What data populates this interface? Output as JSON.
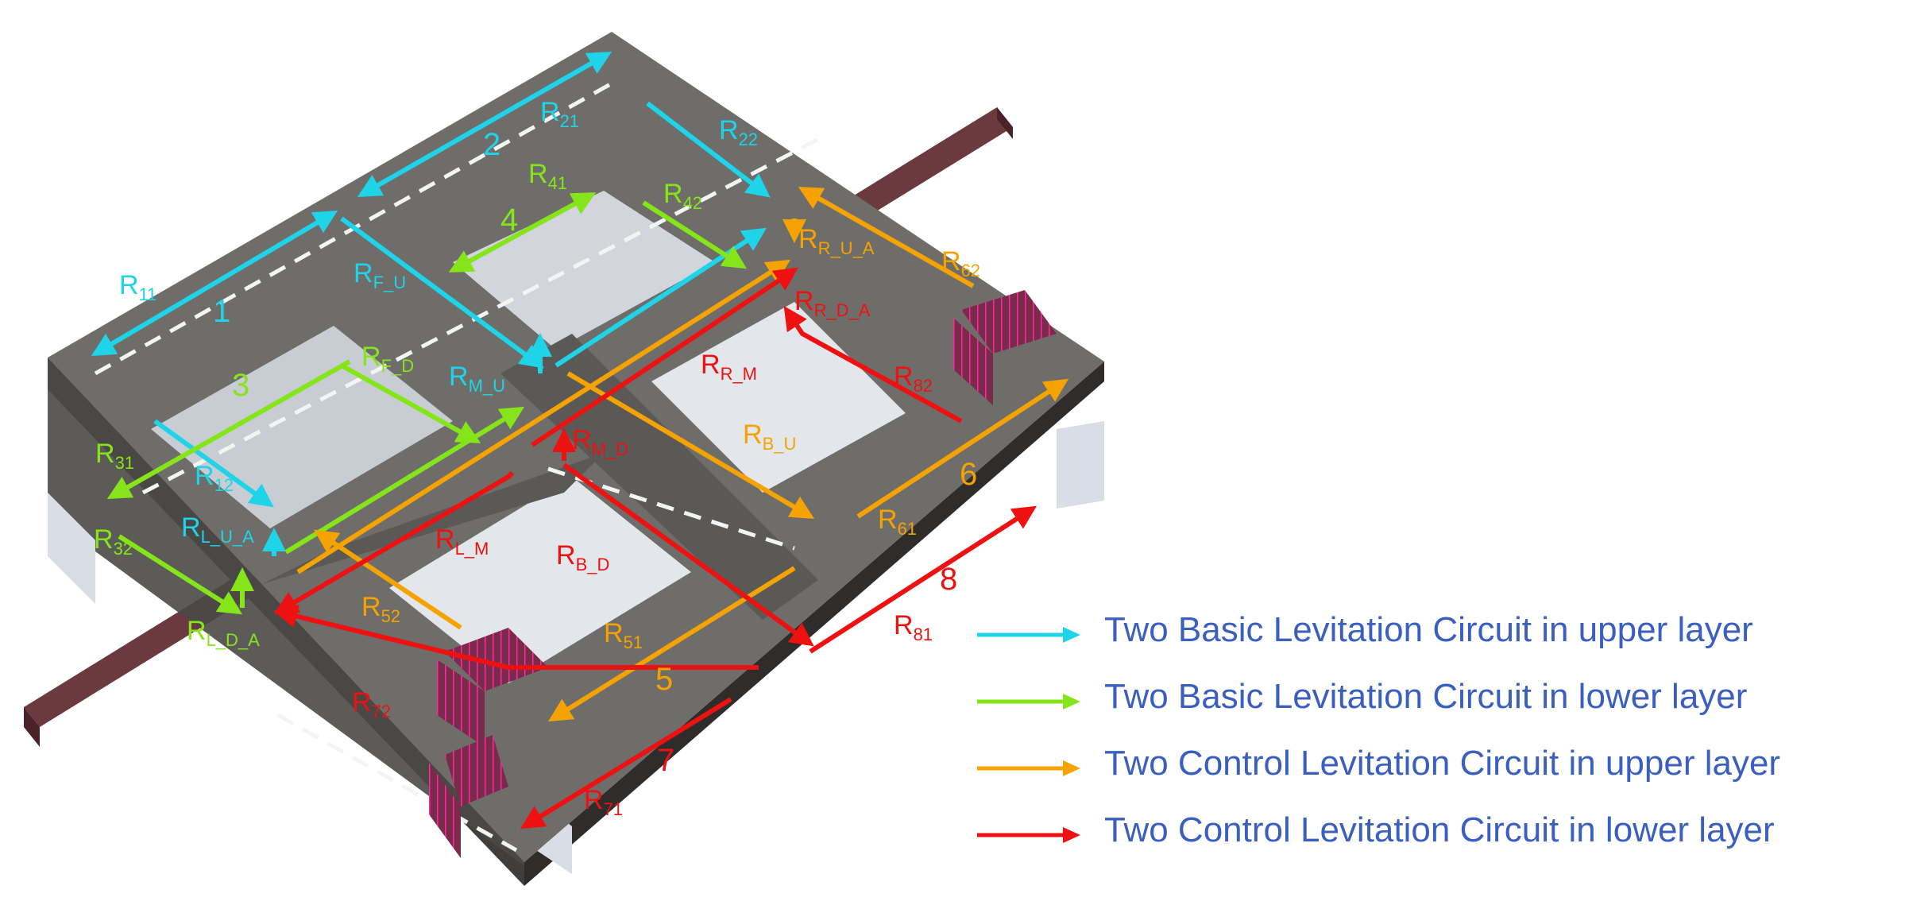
{
  "colors": {
    "cyan": "#1fd3e8",
    "green": "#86e51a",
    "orange": "#f5a300",
    "red": "#ee1111",
    "legend_text": "#3b5fc0",
    "frame_top": "#6e6d6a",
    "frame_side": "#3f3e3c",
    "rail": "#6a3a3f",
    "coil": "#e01090"
  },
  "labels": {
    "r11": {
      "base": "R",
      "sub": "11"
    },
    "r21": {
      "base": "R",
      "sub": "21"
    },
    "r22": {
      "base": "R",
      "sub": "22"
    },
    "r41": {
      "base": "R",
      "sub": "41"
    },
    "r42": {
      "base": "R",
      "sub": "42"
    },
    "rf_u": {
      "base": "R",
      "sub": "F_U"
    },
    "rf_d": {
      "base": "R",
      "sub": "F_D"
    },
    "rm_u": {
      "base": "R",
      "sub": "M_U"
    },
    "rm_d": {
      "base": "R",
      "sub": "M_D"
    },
    "r31": {
      "base": "R",
      "sub": "31"
    },
    "r12": {
      "base": "R",
      "sub": "12"
    },
    "r32": {
      "base": "R",
      "sub": "32"
    },
    "rl_u_a": {
      "base": "R",
      "sub": "L_U_A"
    },
    "rl_d_a": {
      "base": "R",
      "sub": "L_D_A"
    },
    "rl_m": {
      "base": "R",
      "sub": "L_M"
    },
    "rb_d": {
      "base": "R",
      "sub": "B_D"
    },
    "rb_u": {
      "base": "R",
      "sub": "B_U"
    },
    "rr_m": {
      "base": "R",
      "sub": "R_M"
    },
    "rr_u_a": {
      "base": "R",
      "sub": "R_U_A"
    },
    "rr_d_a": {
      "base": "R",
      "sub": "R_D_A"
    },
    "r62": {
      "base": "R",
      "sub": "62"
    },
    "r82": {
      "base": "R",
      "sub": "82"
    },
    "r61": {
      "base": "R",
      "sub": "61"
    },
    "r81": {
      "base": "R",
      "sub": "81"
    },
    "r51": {
      "base": "R",
      "sub": "51"
    },
    "r52": {
      "base": "R",
      "sub": "52"
    },
    "r71": {
      "base": "R",
      "sub": "71"
    },
    "r72": {
      "base": "R",
      "sub": "72"
    }
  },
  "numbers": {
    "n1": "1",
    "n2": "2",
    "n3": "3",
    "n4": "4",
    "n5": "5",
    "n6": "6",
    "n7": "7",
    "n8": "8"
  },
  "legend": [
    {
      "icon": "cyan-arrow-icon",
      "color": "#1fd3e8",
      "text": "Two Basic Levitation Circuit in upper layer"
    },
    {
      "icon": "green-arrow-icon",
      "color": "#86e51a",
      "text": "Two Basic Levitation Circuit in lower layer"
    },
    {
      "icon": "orange-arrow-icon",
      "color": "#f5a300",
      "text": "Two Control Levitation Circuit in upper layer"
    },
    {
      "icon": "red-arrow-icon",
      "color": "#ee1111",
      "text": "Two Control Levitation Circuit in lower layer"
    }
  ]
}
